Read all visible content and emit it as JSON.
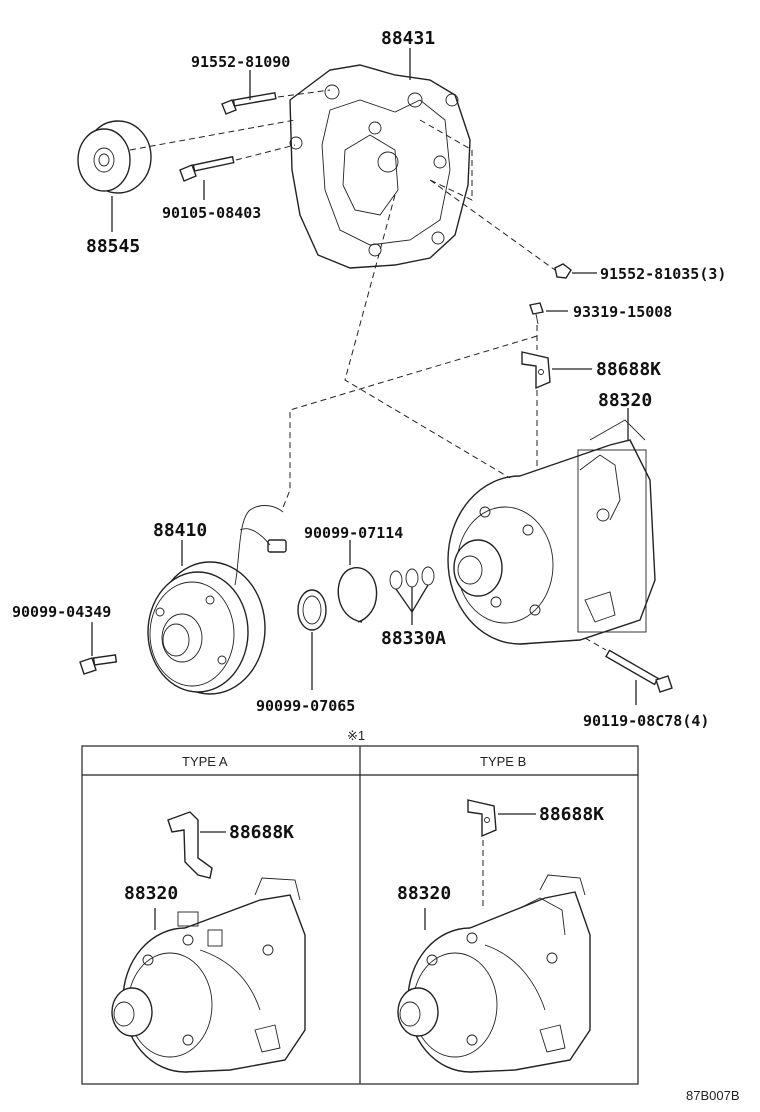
{
  "labels": {
    "p88431": "88431",
    "p91552_81090": "91552-81090",
    "p88545": "88545",
    "p90105_08403": "90105-08403",
    "p91552_81035": "91552-81035(3)",
    "p93319_15008": "93319-15008",
    "p88688k": "88688K",
    "p88320": "88320",
    "p88410": "88410",
    "p90099_07114": "90099-07114",
    "p90099_04349": "90099-04349",
    "p88330a": "88330A",
    "p90099_07065": "90099-07065",
    "p90119_08c78": "90119-08C78(4)",
    "note_mark": "※1"
  },
  "variants": {
    "type_a_header": "TYPE A",
    "type_b_header": "TYPE B",
    "type_a_bracket": "88688K",
    "type_a_compressor": "88320",
    "type_b_bracket": "88688K",
    "type_b_compressor": "88320"
  },
  "footer": {
    "diagram_code": "87B007B"
  }
}
